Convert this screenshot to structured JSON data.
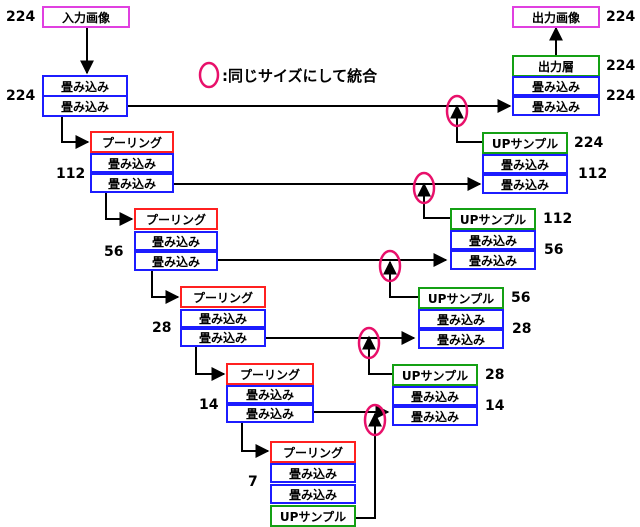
{
  "labels": {
    "input_image": "入力画像",
    "output_image": "出力画像",
    "output_layer": "出力層",
    "conv": "畳み込み",
    "pool": "プーリング",
    "up": "UPサンプル",
    "legend": ":同じサイズにして統合"
  },
  "sizes": {
    "input": "224",
    "enc1": "224",
    "enc2": "112",
    "enc3": "56",
    "enc4": "28",
    "enc5": "14",
    "bottom": "7",
    "output": "224",
    "out_layer": "224",
    "dec1": "224",
    "up1": "224",
    "dec2": "112",
    "up2": "112",
    "dec3": "56",
    "up3": "56",
    "dec4": "28",
    "up4": "28",
    "dec5": "14"
  },
  "colors": {
    "io_box": "#e040e0",
    "conv_box": "#1c1cff",
    "pool_box": "#ff2020",
    "up_box": "#14a014",
    "merge_marker": "#e8106a"
  }
}
